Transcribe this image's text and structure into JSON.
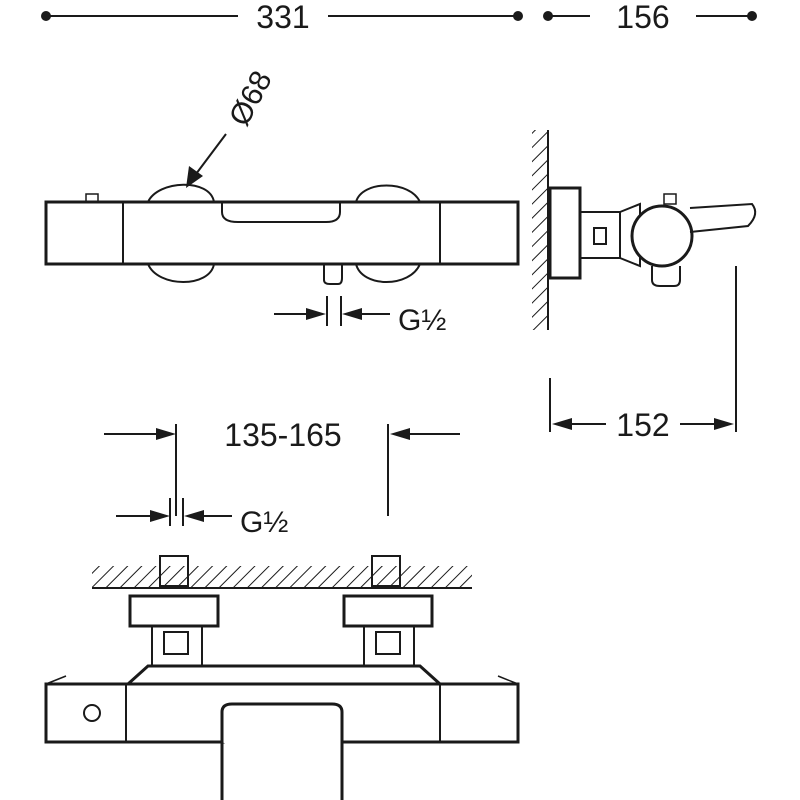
{
  "dimensions": {
    "overall_width": "331",
    "depth": "156",
    "knob_diameter": "Ø68",
    "outlet_thread_front": "G½",
    "projection": "152",
    "inlet_centres": "135-165",
    "inlet_thread": "G½"
  },
  "colors": {
    "line": "#1a1a1a",
    "background": "#ffffff"
  }
}
